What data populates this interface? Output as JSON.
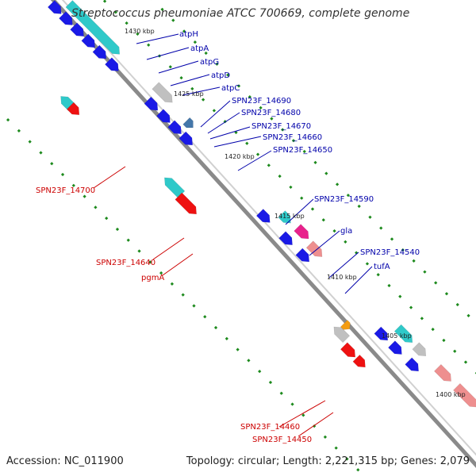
{
  "title": "Streptococcus pneumoniae ATCC 700669, complete genome",
  "footer": {
    "accession": "Accession: NC_011900",
    "topology": "Topology: circular; Length: 2,221,315 bp; Genes: 2,079"
  },
  "colors": {
    "backbone": "#8a8a8a",
    "tick": "#1d8a1d",
    "forward_label": "#0000aa",
    "reverse_label": "#cc0000",
    "gene_blue": "#1a1ae6",
    "gene_cyan": "#2fc9c9",
    "gene_magenta": "#e8218c",
    "gene_pink": "#ee8f8f",
    "gene_red": "#ee1111",
    "gene_gray": "#c0c0c0",
    "gene_steel": "#4477aa",
    "gene_orange": "#f39c12"
  },
  "scale_labels": [
    "1430 kbp",
    "1425 kbp",
    "1420 kbp",
    "1415 kbp",
    "1410 kbp",
    "1405 kbp",
    "1400 kbp"
  ],
  "gene_labels": [
    "atpH",
    "atpA",
    "atpG",
    "atpD",
    "atpC",
    "SPN23F_14690",
    "SPN23F_14680",
    "SPN23F_14670",
    "SPN23F_14660",
    "SPN23F_14650",
    "SPN23F_14590",
    "gla",
    "SPN23F_14540",
    "tufA",
    "SPN23F_14700",
    "SPN23F_14640",
    "pgmA",
    "SPN23F_14460",
    "SPN23F_14450"
  ]
}
